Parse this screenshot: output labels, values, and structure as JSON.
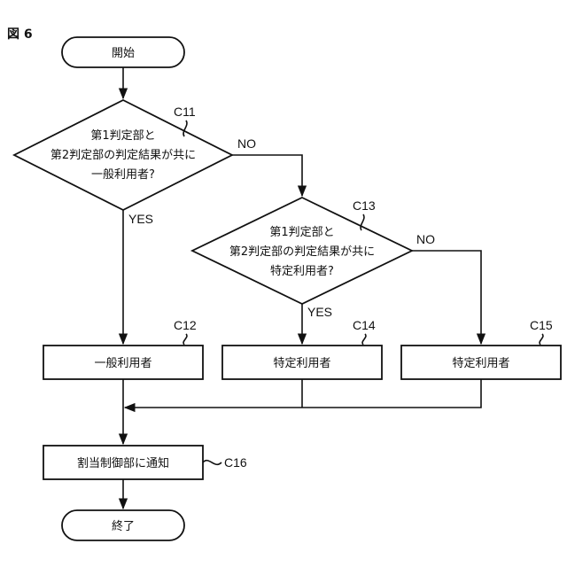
{
  "figure_label": "図 6",
  "start": {
    "label": "開始"
  },
  "end": {
    "label": "終了"
  },
  "decision1": {
    "ref": "C11",
    "lines": [
      "第1判定部と",
      "第2判定部の判定結果が共に",
      "一般利用者?"
    ],
    "yes": "YES",
    "no": "NO"
  },
  "decision2": {
    "ref": "C13",
    "lines": [
      "第1判定部と",
      "第2判定部の判定結果が共に",
      "特定利用者?"
    ],
    "yes": "YES",
    "no": "NO"
  },
  "process": {
    "c12": {
      "ref": "C12",
      "label": "一般利用者"
    },
    "c14": {
      "ref": "C14",
      "label": "特定利用者"
    },
    "c15": {
      "ref": "C15",
      "label": "特定利用者"
    },
    "c16": {
      "ref": "C16",
      "label": "割当制御部に通知"
    }
  }
}
